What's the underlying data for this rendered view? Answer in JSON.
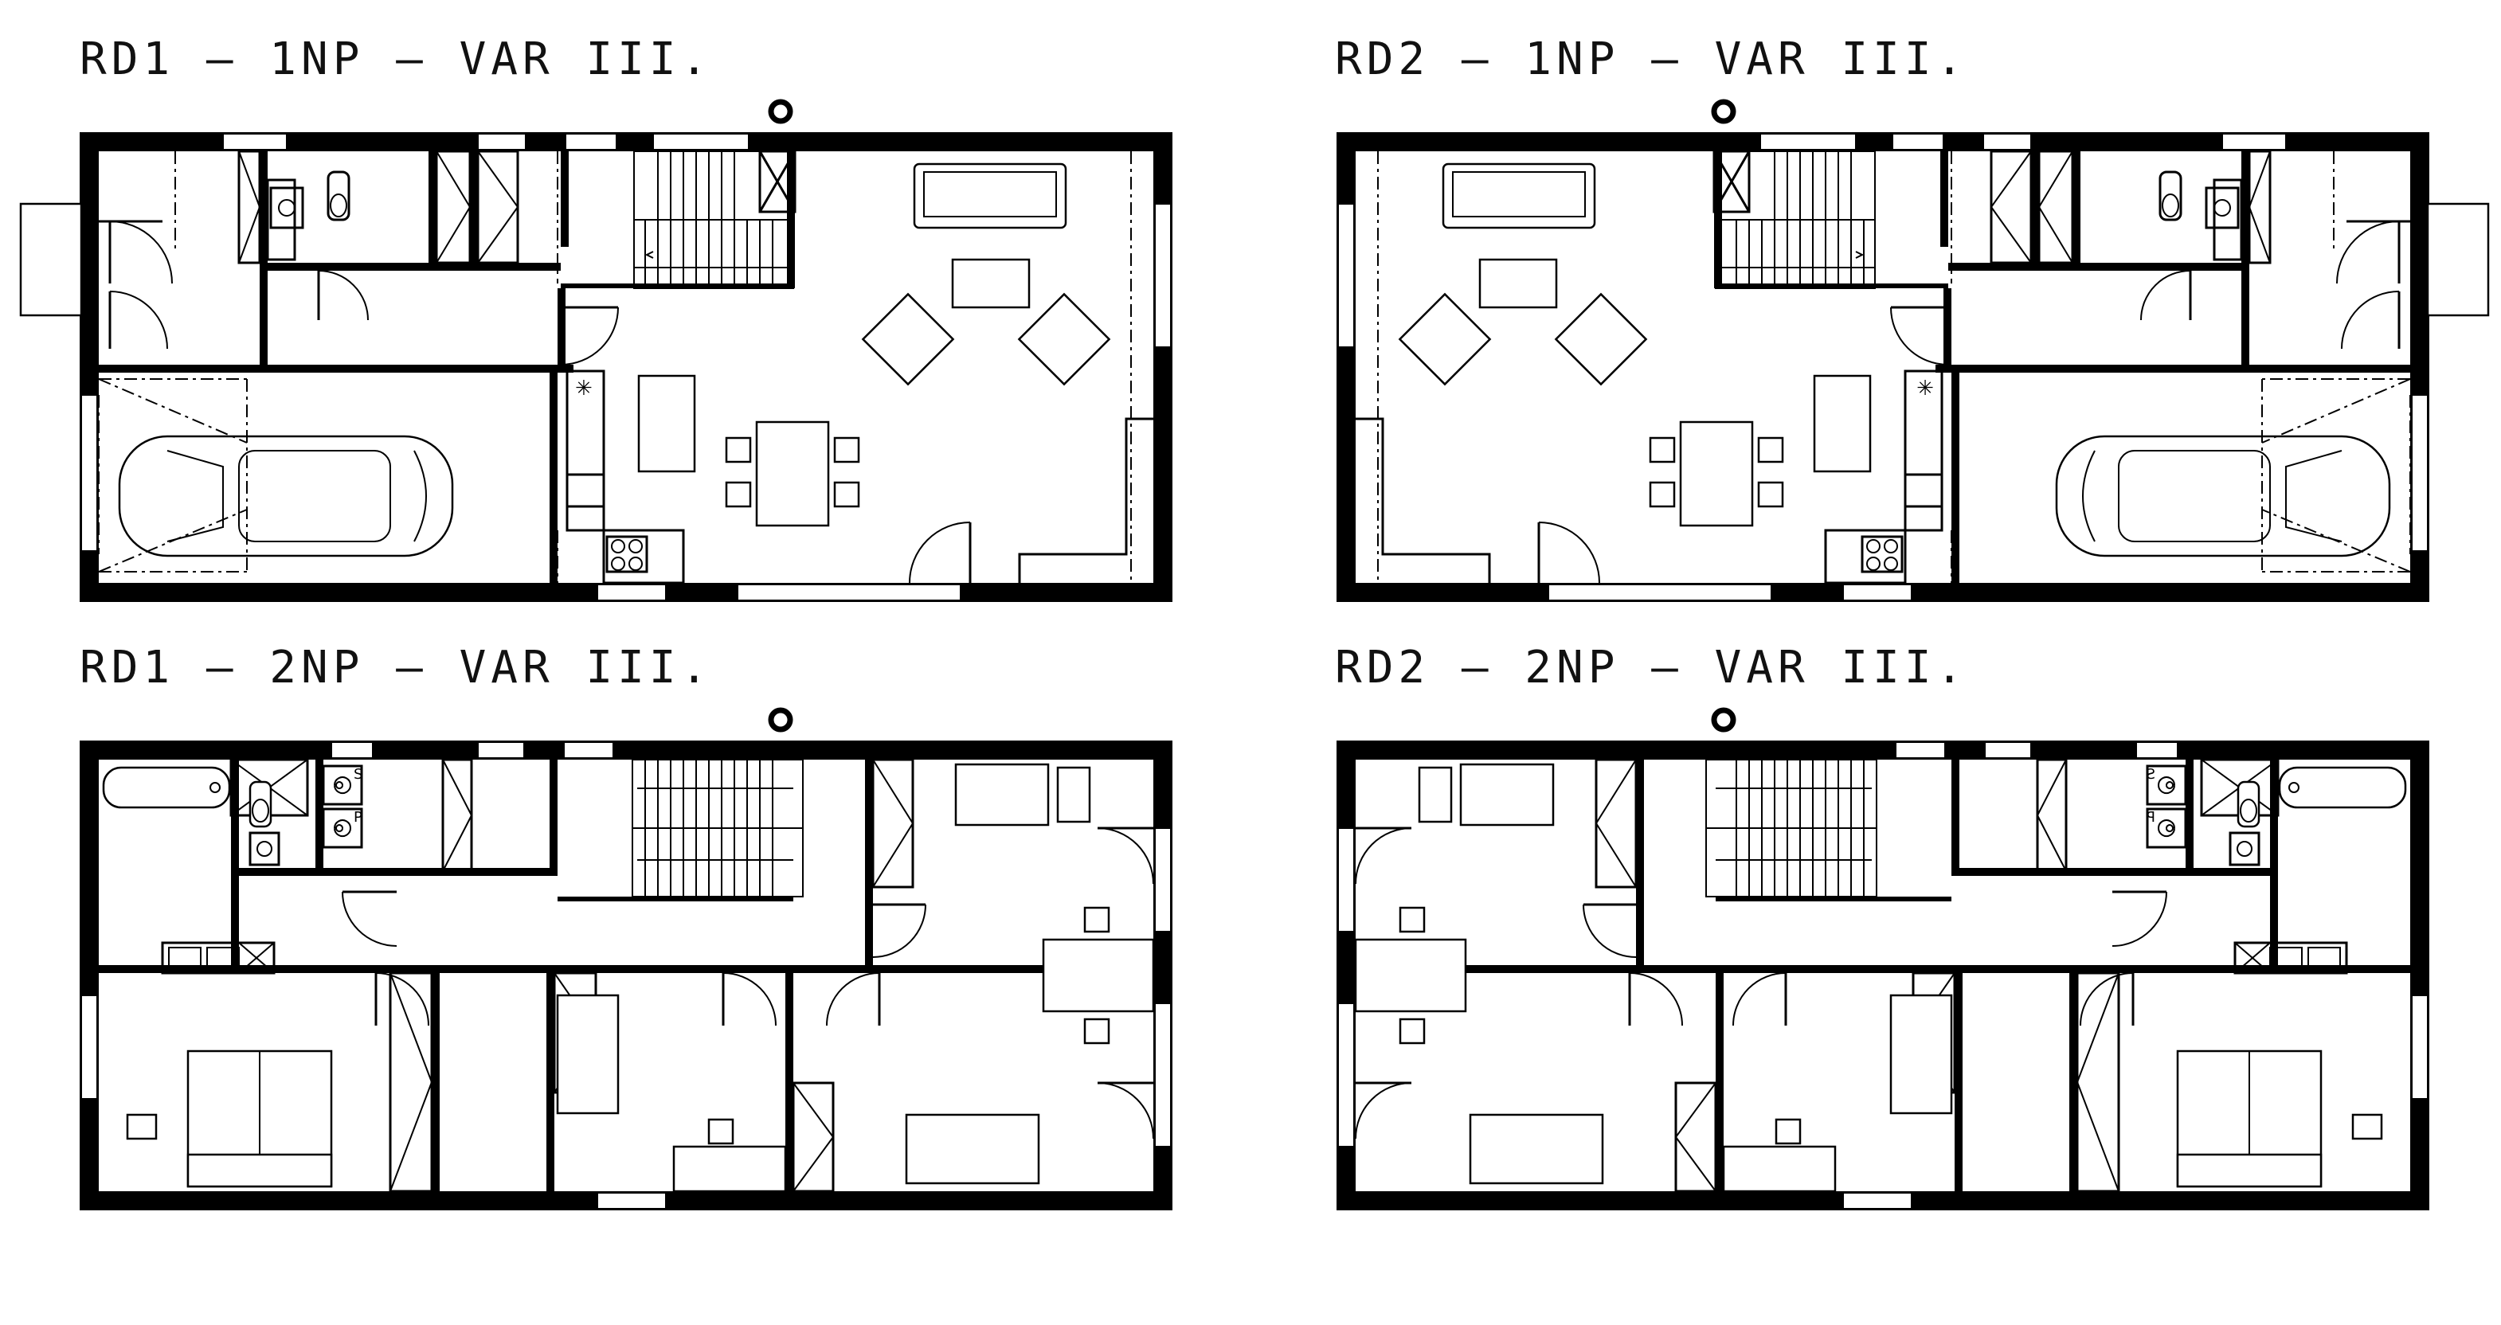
{
  "plans": [
    {
      "id": "rd1-1np",
      "title": "RD1 – 1NP – VAR III."
    },
    {
      "id": "rd2-1np",
      "title": "RD2 – 1NP – VAR III."
    },
    {
      "id": "rd1-2np",
      "title": "RD1 – 2NP – VAR III."
    },
    {
      "id": "rd2-2np",
      "title": "RD2 – 2NP – VAR III."
    }
  ],
  "labels": {
    "sink_s": "S",
    "sink_p": "P"
  }
}
